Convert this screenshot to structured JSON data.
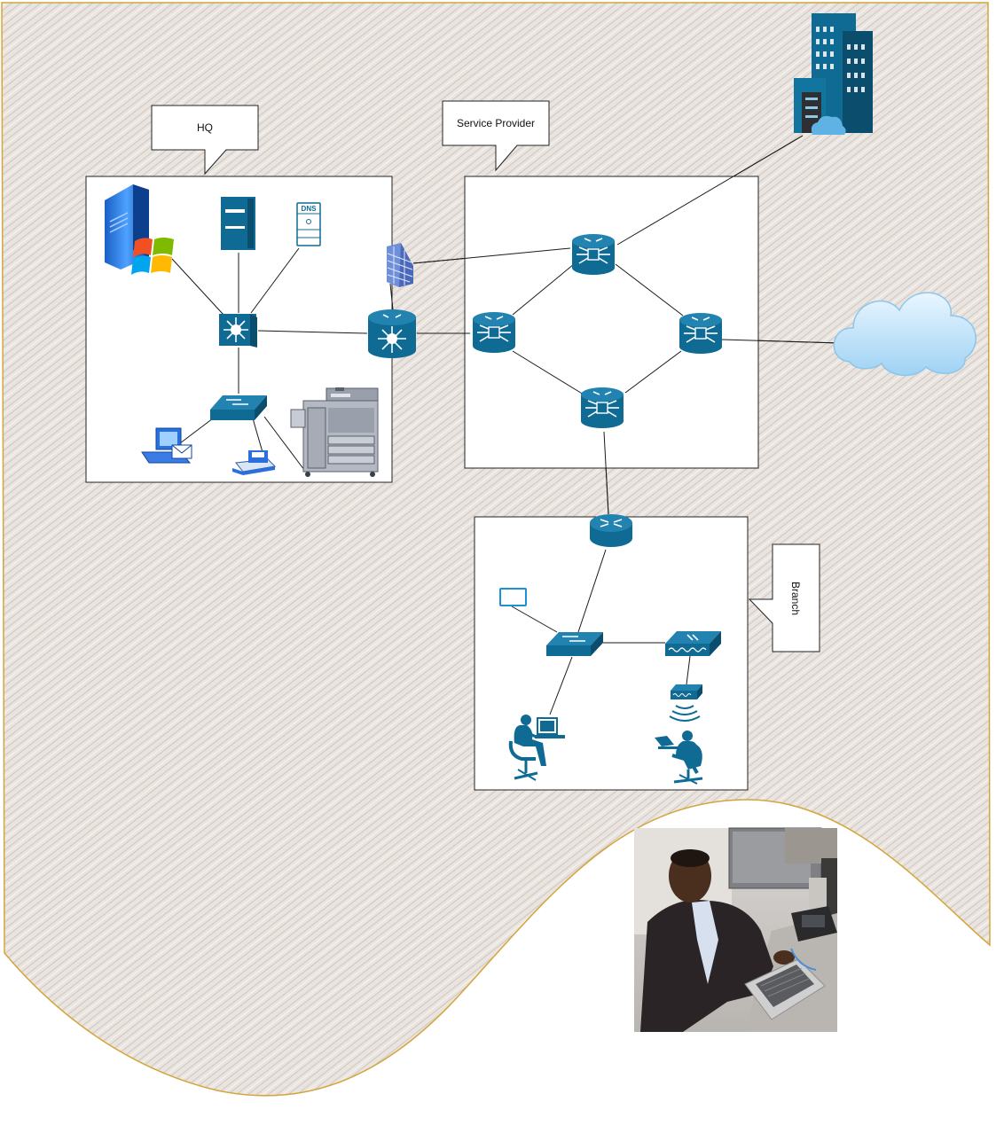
{
  "labels": {
    "hq": "HQ",
    "service_provider": "Service Provider",
    "branch": "Branch",
    "dns": "DNS"
  },
  "colors": {
    "cisco_blue": "#0f6b93",
    "paper_border": "#d4a53a",
    "background_texture": "#e8e2dc",
    "cloud": "#bfe1f8"
  },
  "icons": {
    "hq": [
      "windows-server-icon",
      "server-tower-icon",
      "dns-server-icon",
      "layer3-switch-icon",
      "firewall-icon",
      "core-router-icon",
      "workgroup-switch-icon",
      "email-client-icon",
      "printer-icon",
      "multifunction-printer-icon"
    ],
    "service_provider": [
      "sp-router-top-icon",
      "sp-router-left-icon",
      "sp-router-right-icon",
      "sp-router-bottom-icon"
    ],
    "external": [
      "datacenter-building-icon",
      "internet-cloud-icon"
    ],
    "branch": [
      "branch-router-icon",
      "branch-switch-icon",
      "wireless-controller-icon",
      "access-point-icon",
      "monitor-icon",
      "pc-user-icon",
      "laptop-user-icon"
    ],
    "photo": "engineer-photo"
  }
}
